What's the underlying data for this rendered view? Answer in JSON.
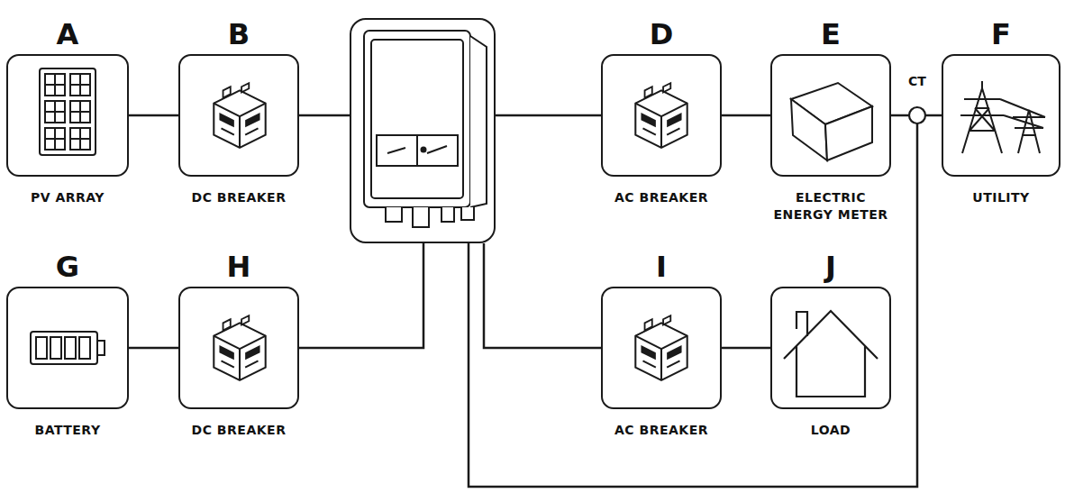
{
  "diagram": {
    "nodes": [
      {
        "text": [
          "A",
          "PV ARRAY"
        ]
      },
      {
        "text": [
          "B",
          "DC BREAKER"
        ]
      },
      {
        "text": []
      },
      {
        "text": [
          "D",
          "AC BREAKER"
        ]
      },
      {
        "text": [
          "E",
          "ELECTRIC ENERGY METER"
        ]
      },
      {
        "text": [
          "F",
          "UTILITY"
        ]
      },
      {
        "text": [
          "G",
          "BATTERY"
        ]
      },
      {
        "text": [
          "H",
          "DC BREAKER"
        ]
      },
      {
        "text": [
          "I",
          "AC BREAKER"
        ]
      },
      {
        "text": [
          "J",
          "LOAD"
        ]
      }
    ],
    "edges": [
      {
        "from": 0,
        "to": 1,
        "arrow": "none"
      },
      {
        "from": 1,
        "to": 2,
        "arrow": "none"
      },
      {
        "from": 2,
        "to": 3,
        "arrow": "none"
      },
      {
        "from": 3,
        "to": 4,
        "arrow": "none"
      },
      {
        "from": 4,
        "to": 5,
        "arrow": "none"
      },
      {
        "from": 6,
        "to": 7,
        "arrow": "none"
      },
      {
        "from": 7,
        "to": 2,
        "arrow": "none"
      },
      {
        "from": 2,
        "to": 8,
        "arrow": "none"
      },
      {
        "from": 8,
        "to": 9,
        "arrow": "none"
      }
    ],
    "labels": [
      "CT"
    ]
  }
}
